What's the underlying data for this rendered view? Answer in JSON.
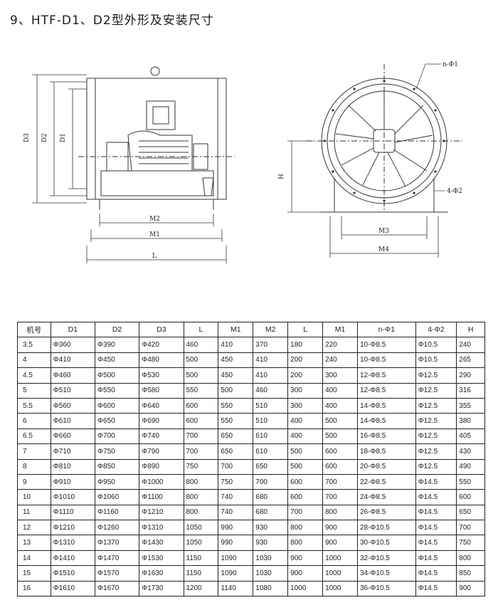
{
  "title": "9、HTF-D1、D2型外形及安装尺寸",
  "drawing_labels": {
    "d3": "D3",
    "d2": "D2",
    "d1": "D1",
    "m2": "M2",
    "m1": "M1",
    "l": "L",
    "n_phi1": "n-Φ1",
    "four_phi2": "4-Φ2",
    "h": "H",
    "m3": "M3",
    "m4": "M4"
  },
  "table": {
    "headers": [
      "机号",
      "D1",
      "D2",
      "D3",
      "L",
      "M1",
      "M2",
      "L",
      "M1",
      "n-Φ1",
      "4-Φ2",
      "H"
    ],
    "rows": [
      [
        "3.5",
        "Φ360",
        "Φ390",
        "Φ420",
        "460",
        "410",
        "370",
        "180",
        "220",
        "10-Φ8.5",
        "Φ10.5",
        "240"
      ],
      [
        "4",
        "Φ410",
        "Φ450",
        "Φ480",
        "500",
        "450",
        "410",
        "200",
        "240",
        "10-Φ8.5",
        "Φ10.5",
        "265"
      ],
      [
        "4.5",
        "Φ460",
        "Φ500",
        "Φ530",
        "500",
        "450",
        "410",
        "200",
        "300",
        "12-Φ8.5",
        "Φ12.5",
        "290"
      ],
      [
        "5",
        "Φ510",
        "Φ550",
        "Φ580",
        "550",
        "500",
        "460",
        "300",
        "400",
        "12-Φ8.5",
        "Φ12.5",
        "316"
      ],
      [
        "5.5",
        "Φ560",
        "Φ600",
        "Φ640",
        "600",
        "550",
        "510",
        "300",
        "400",
        "14-Φ8.5",
        "Φ12.5",
        "355"
      ],
      [
        "6",
        "Φ610",
        "Φ650",
        "Φ690",
        "600",
        "550",
        "510",
        "400",
        "500",
        "14-Φ8.5",
        "Φ12.5",
        "380"
      ],
      [
        "6.5",
        "Φ660",
        "Φ700",
        "Φ740",
        "700",
        "650",
        "610",
        "400",
        "500",
        "16-Φ8.5",
        "Φ12.5",
        "405"
      ],
      [
        "7",
        "Φ710",
        "Φ750",
        "Φ790",
        "700",
        "650",
        "610",
        "500",
        "600",
        "18-Φ8.5",
        "Φ12.5",
        "430"
      ],
      [
        "8",
        "Φ810",
        "Φ850",
        "Φ890",
        "750",
        "700",
        "650",
        "500",
        "600",
        "20-Φ8.5",
        "Φ12.5",
        "490"
      ],
      [
        "9",
        "Φ910",
        "Φ950",
        "Φ1000",
        "800",
        "750",
        "700",
        "600",
        "700",
        "22-Φ8.5",
        "Φ14.5",
        "550"
      ],
      [
        "10",
        "Φ1010",
        "Φ1060",
        "Φ1100",
        "800",
        "740",
        "680",
        "600",
        "700",
        "24-Φ8.5",
        "Φ14.5",
        "600"
      ],
      [
        "11",
        "Φ1110",
        "Φ1160",
        "Φ1210",
        "800",
        "740",
        "680",
        "700",
        "800",
        "26-Φ8.5",
        "Φ14.5",
        "650"
      ],
      [
        "12",
        "Φ1210",
        "Φ1260",
        "Φ1310",
        "1050",
        "990",
        "930",
        "800",
        "900",
        "28-Φ10.5",
        "Φ14.5",
        "700"
      ],
      [
        "13",
        "Φ1310",
        "Φ1370",
        "Φ1430",
        "1050",
        "990",
        "930",
        "800",
        "900",
        "30-Φ10.5",
        "Φ14.5",
        "750"
      ],
      [
        "14",
        "Φ1410",
        "Φ1470",
        "Φ1530",
        "1150",
        "1090",
        "1030",
        "900",
        "1000",
        "32-Φ10.5",
        "Φ14.5",
        "800"
      ],
      [
        "15",
        "Φ1510",
        "Φ1570",
        "Φ1630",
        "1150",
        "1090",
        "1030",
        "900",
        "1000",
        "34-Φ10.5",
        "Φ14.5",
        "850"
      ],
      [
        "16",
        "Φ1610",
        "Φ1670",
        "Φ1730",
        "1200",
        "1140",
        "1080",
        "1000",
        "1000",
        "36-Φ10.5",
        "Φ14.5",
        "900"
      ]
    ]
  }
}
